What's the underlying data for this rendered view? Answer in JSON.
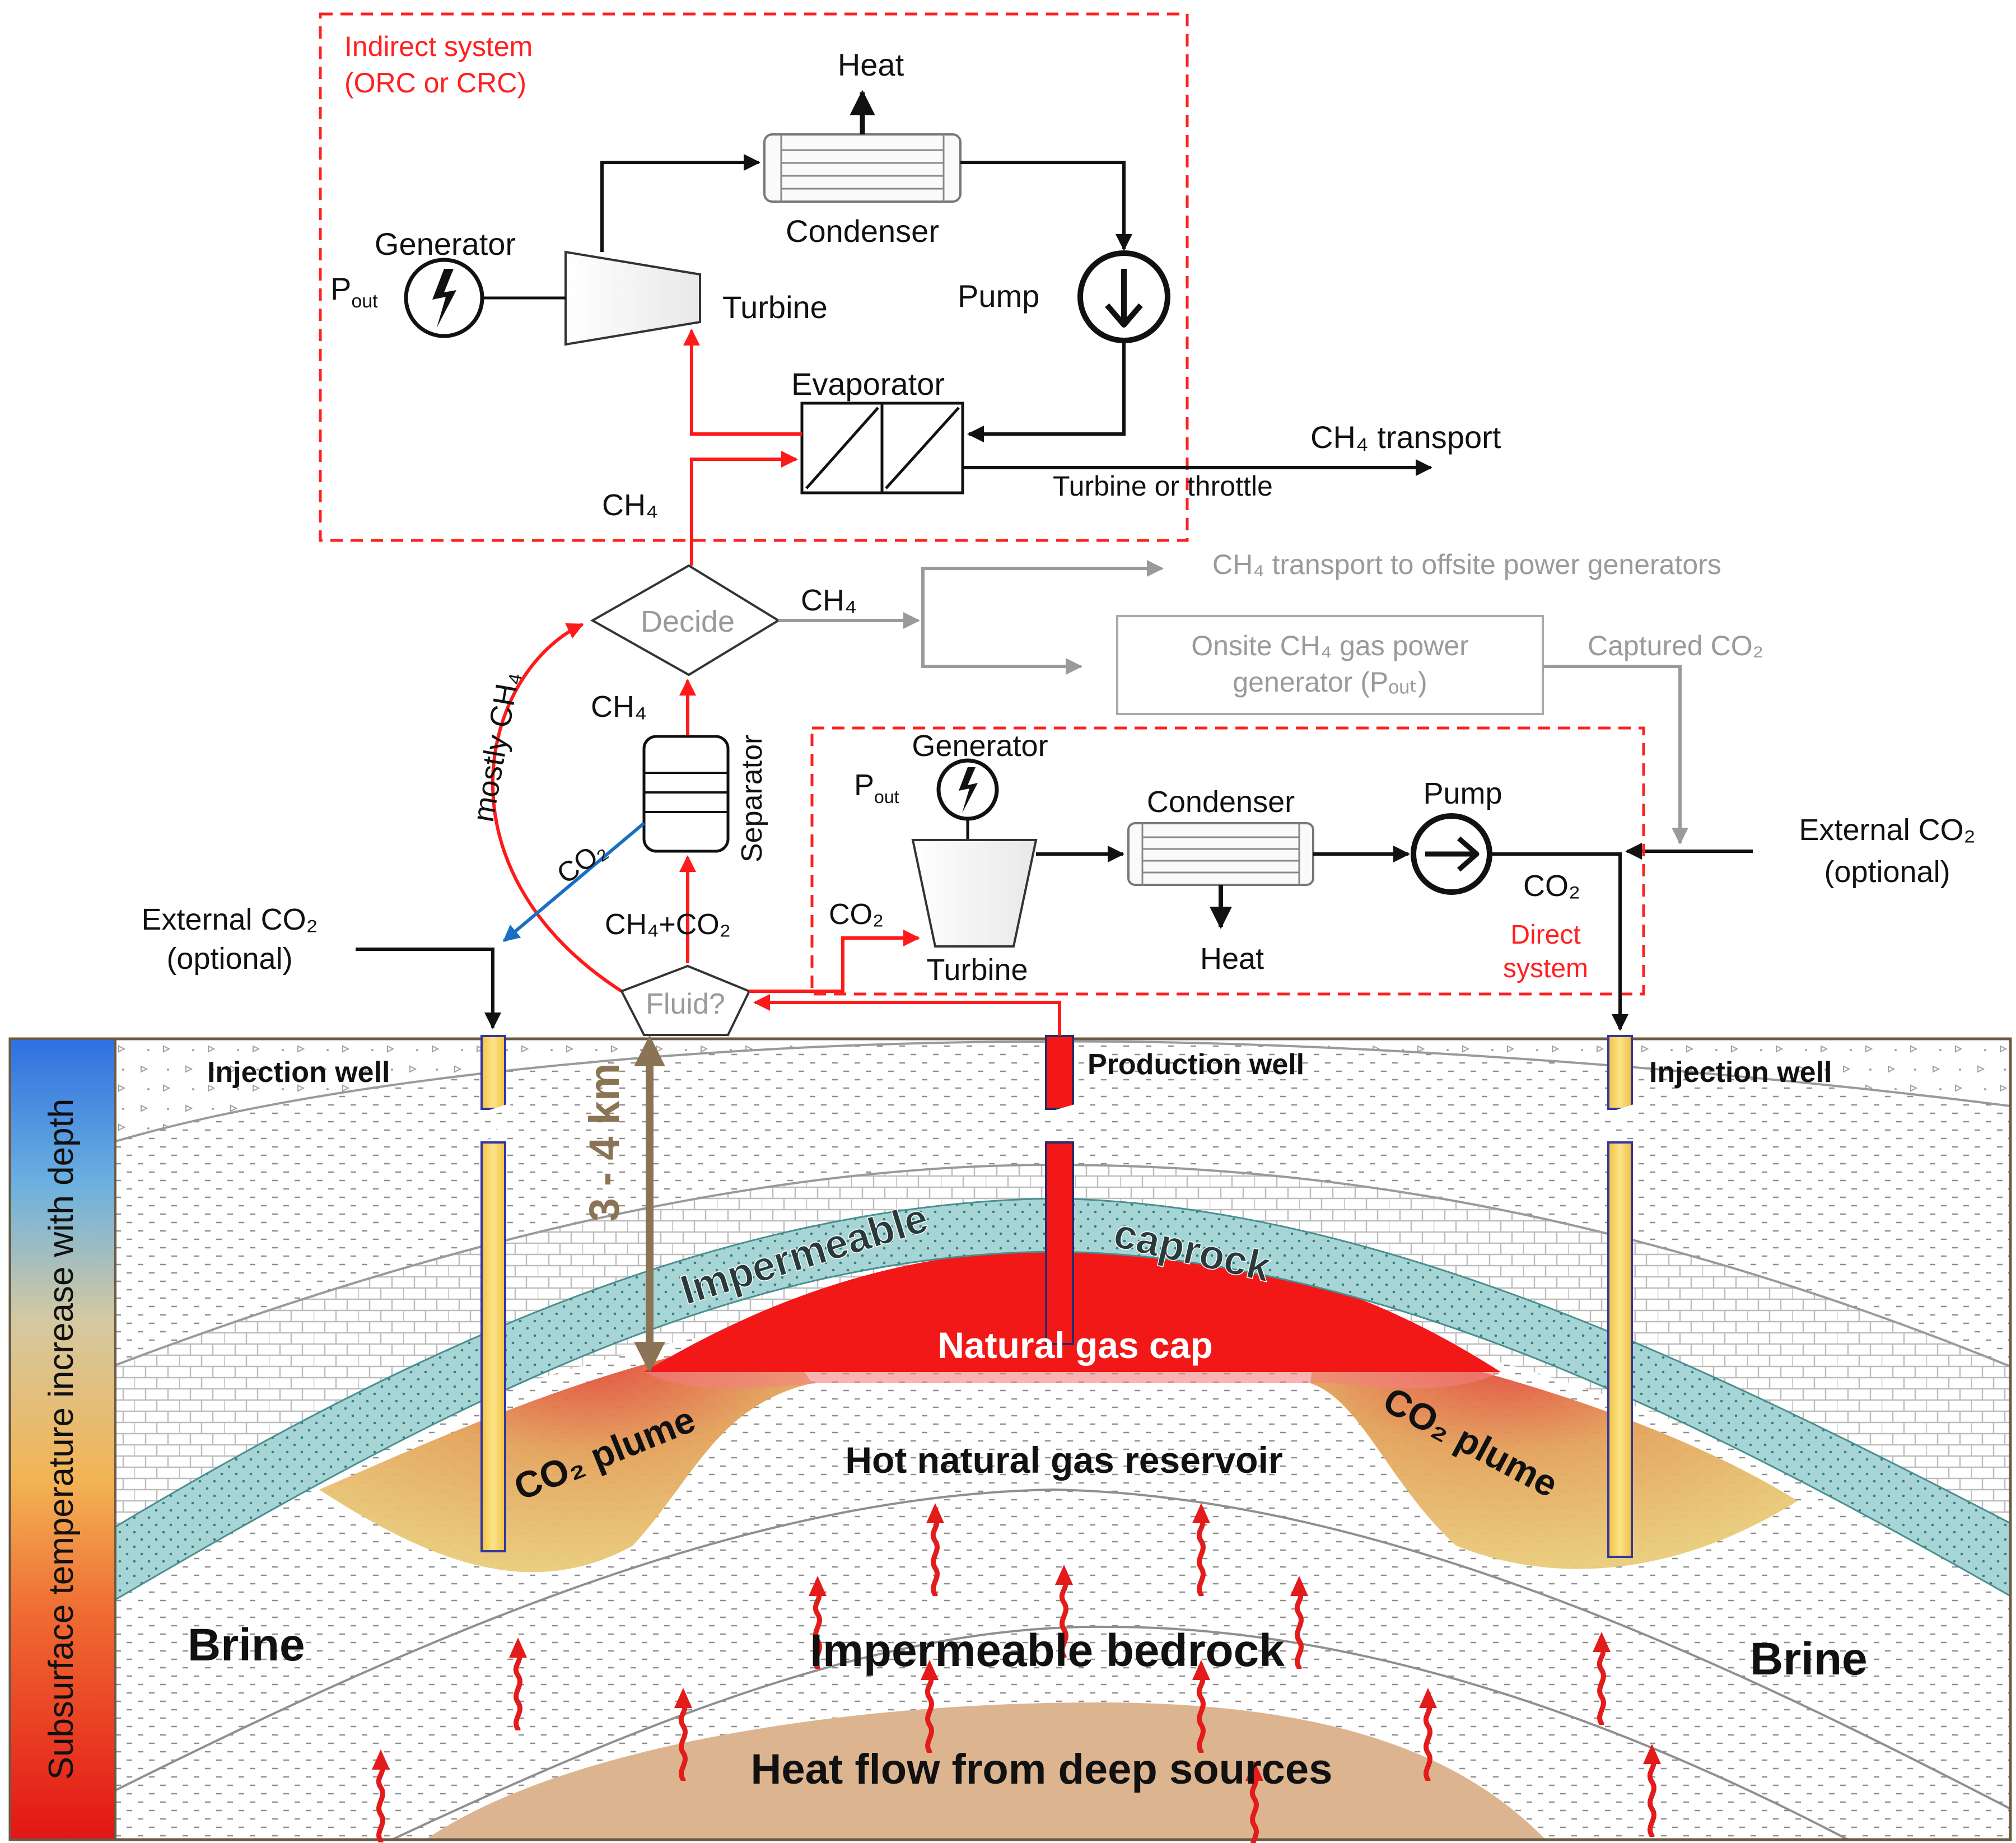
{
  "indirect_system": {
    "title_line1": "Indirect system",
    "title_line2": "(ORC or CRC)",
    "heat": "Heat",
    "condenser": "Condenser",
    "generator": "Generator",
    "pout_p": "P",
    "pout_sub": "out",
    "turbine": "Turbine",
    "pump": "Pump",
    "evaporator": "Evaporator",
    "ch4_transport": "CH₄ transport",
    "turbine_or_throttle": "Turbine or throttle",
    "ch4_label": "CH₄"
  },
  "middle": {
    "decide": "Decide",
    "ch4_right": "CH₄",
    "ch4_above_separator": "CH₄",
    "separator": "Separator",
    "mostly_ch4": "mostly CH₄",
    "co2_blue": "CO₂",
    "ch4_co2": "CH₄+CO₂",
    "co2_to_turbine": "CO₂",
    "fluid": "Fluid?",
    "ch4_offsite": "CH₄ transport to offsite power generators",
    "onsite_line1": "Onsite CH₄ gas power",
    "onsite_line2": "generator (Pₒᵤₜ)",
    "captured_co2": "Captured CO₂",
    "external_left_1": "External CO₂",
    "external_left_2": "(optional)",
    "external_right_1": "External CO₂",
    "external_right_2": "(optional)"
  },
  "direct_system": {
    "generator": "Generator",
    "pout_p": "P",
    "pout_sub": "out",
    "condenser": "Condenser",
    "pump": "Pump",
    "turbine": "Turbine",
    "heat": "Heat",
    "co2": "CO₂",
    "direct_line1": "Direct",
    "direct_line2": "system"
  },
  "geology": {
    "injection_well_left": "Injection well",
    "production_well": "Production well",
    "injection_well_right": "Injection well",
    "depth": "3 - 4 km",
    "impermeable": "Impermeable",
    "caprock": "caprock",
    "gas_cap": "Natural gas cap",
    "plume_left": "CO₂ plume",
    "plume_right": "CO₂ plume",
    "reservoir": "Hot natural gas reservoir",
    "brine_left": "Brine",
    "brine_right": "Brine",
    "bedrock": "Impermeable bedrock",
    "heat_flow": "Heat flow from deep sources",
    "temp_bar": "Subsurface temperature increase with depth"
  },
  "colors": {
    "flow_red": "#ff1a1a",
    "flow_black": "#111111",
    "flow_grey": "#9a9a9a",
    "co2_blue": "#1a6fc4",
    "caprock": "#a7d5d6",
    "gas_cap": "#f21818",
    "plume": "#e7b45a",
    "well_yellow": "#f7d35a"
  }
}
